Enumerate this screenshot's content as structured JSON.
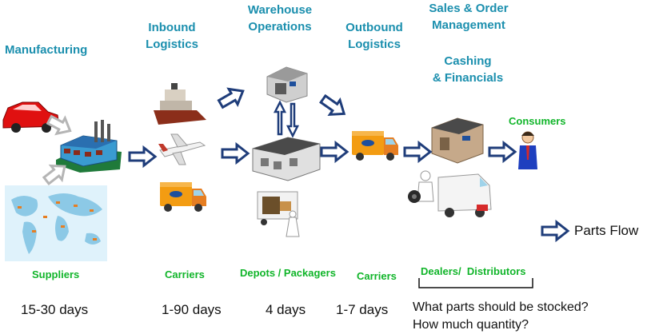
{
  "stages": {
    "manufacturing": "Manufacturing",
    "inbound_logistics": [
      "Inbound",
      "Logistics"
    ],
    "warehouse_operations": [
      "Warehouse",
      "Operations"
    ],
    "outbound_logistics": [
      "Outbound",
      "Logistics"
    ],
    "sales_order_management": [
      "Sales & Order",
      "Management"
    ],
    "cashing_financials": [
      "Cashing",
      "& Financials"
    ]
  },
  "entities": {
    "consumers": "Consumers",
    "suppliers": "Suppliers",
    "carriers_inbound": "Carriers",
    "depots_packagers": "Depots / Packagers",
    "carriers_outbound": "Carriers",
    "dealers_distributors": "Dealers/  Distributors"
  },
  "durations": {
    "suppliers": "15-30 days",
    "inbound": "1-90 days",
    "warehouse": "4 days",
    "outbound": "1-7 days"
  },
  "legend": {
    "label": "Parts Flow",
    "icon": "arrow-right-icon"
  },
  "questions": [
    "What parts should be stocked?",
    "How much quantity?"
  ],
  "colors": {
    "stage_text": "#1b8fae",
    "entity_text": "#11b52a",
    "arrow": "#1f3d7a",
    "truck": "#f39c12"
  }
}
